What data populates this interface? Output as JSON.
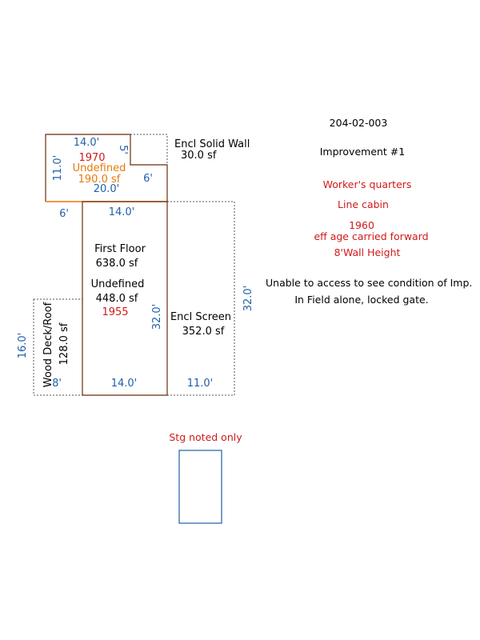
{
  "parcel_id": "204-02-003",
  "improvement": "Improvement #1",
  "notes_red": [
    "Worker's quarters",
    "Line cabin",
    "1960",
    "eff age carried forward",
    "8'Wall Height"
  ],
  "notes_black": [
    "Unable to access to see condition of Imp.",
    "In Field alone, locked gate."
  ],
  "storage_note": "Stg noted only",
  "areas": {
    "upper": {
      "name": "Undefined",
      "year": "1970",
      "area": "190.0 sf",
      "dim_top": "14.0'",
      "dim_left": "11.0'",
      "dim_bottom": "20.0'",
      "dim_notch_v": "5'",
      "dim_notch_h": "6'"
    },
    "encl_solid_wall": {
      "name": "Encl Solid Wall",
      "area": "30.0 sf"
    },
    "first_floor": {
      "name": "First Floor",
      "area": "638.0 sf"
    },
    "lower": {
      "name": "Undefined",
      "area": "448.0 sf",
      "year": "1955",
      "dim_top": "14.0'",
      "dim_right": "32.0'",
      "dim_bottom": "14.0'",
      "dim_left_offset": "6'"
    },
    "encl_screen": {
      "name": "Encl Screen",
      "area": "352.0 sf",
      "dim_right": "32.0'",
      "dim_bottom": "11.0'"
    },
    "wood_deck": {
      "name": "Wood Deck/Roof",
      "area": "128.0 sf",
      "dim_left": "16.0'",
      "dim_bottom": "8'"
    }
  },
  "colors": {
    "dimension": "#1f5fa8",
    "note": "#d01a1a",
    "undefined_label": "#e8790b",
    "outline": "#6b2b0a",
    "highlight_edge": "#e8790b",
    "storage_box": "#1f5fa8"
  }
}
